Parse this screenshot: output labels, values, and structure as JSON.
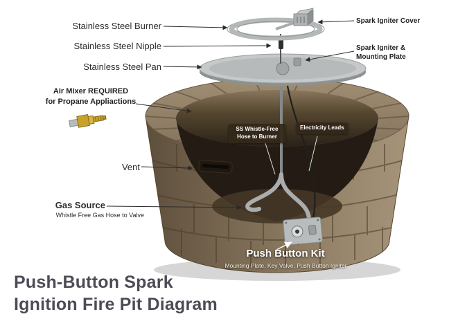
{
  "scene": {
    "labels": {
      "burner": "Stainless Steel Burner",
      "nipple": "Stainless Steel Nipple",
      "pan": "Stainless Steel Pan",
      "air_mixer_1": "Air Mixer REQUIRED",
      "air_mixer_2": "for Propane Appliactions",
      "vent": "Vent",
      "gas_source": "Gas Source",
      "gas_source_sub": "Whistle Free Gas Hose to Valve",
      "igniter_cover": "Spark Igniter Cover",
      "igniter_plate_1": "Spark Igniter &",
      "igniter_plate_2": "Mounting Plate",
      "hose_badge_1": "SS Whistle-Free",
      "hose_badge_2": "Hose to Burner",
      "leads_badge": "Electricity Leads",
      "kit_title": "Push Button Kit",
      "kit_sub": "Mounting Plate, Key Valve, Push Button Igniter"
    },
    "title": {
      "line1": "Push-Button Spark",
      "line2": "Ignition Fire Pit Diagram"
    },
    "colors": {
      "title_text": "#4c4c56",
      "label_text": "#2b2b2b",
      "badge_bg": "#34281a",
      "badge_text": "#ffffff",
      "brick": "#7d6b54",
      "brick_light": "#a6947a",
      "cavity": "#241c14",
      "steel": "#c6c9ca",
      "brass": "#c9a22c"
    }
  }
}
